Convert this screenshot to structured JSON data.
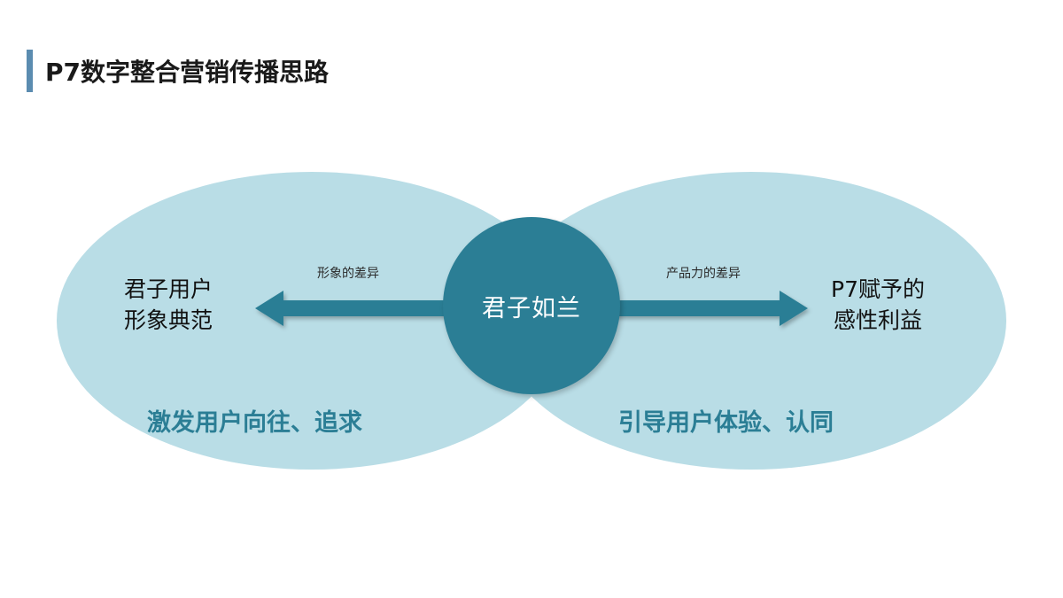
{
  "slide": {
    "title": "P7数字整合营销传播思路",
    "accent_color": "#5b8cb0",
    "background_color": "#ffffff"
  },
  "diagram": {
    "type": "venn-two-circle-with-hub",
    "ellipse_fill": "#b9dde6",
    "hub_fill": "#2b7e95",
    "arrow_color": "#2b7e95",
    "hub": {
      "label": "君子如兰"
    },
    "left": {
      "heading_line1": "君子用户",
      "heading_line2": "形象典范",
      "arrow_caption": "形象的差异",
      "arrow_direction": "left",
      "callout": "激发用户向往、追求"
    },
    "right": {
      "heading_line1": "P7赋予的",
      "heading_line2": "感性利益",
      "arrow_caption": "产品力的差异",
      "arrow_direction": "right",
      "callout": "引导用户体验、认同"
    }
  }
}
